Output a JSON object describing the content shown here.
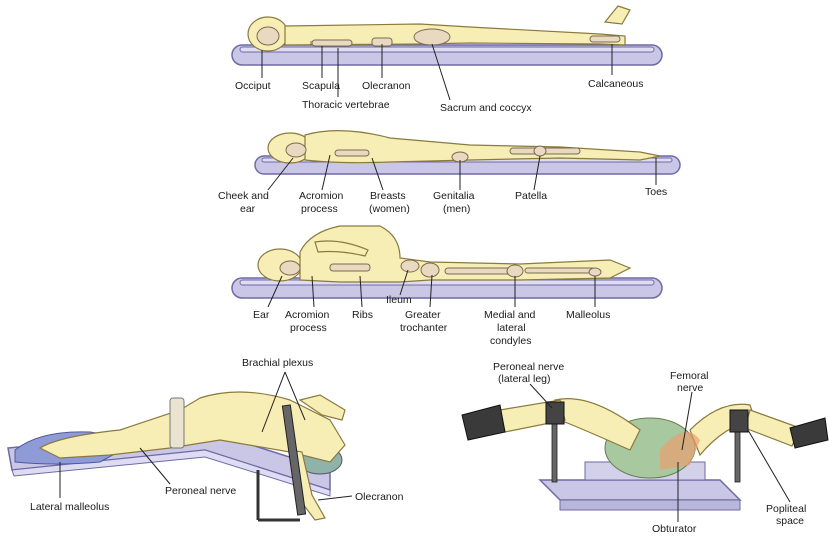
{
  "figures": {
    "supine": {
      "labels": [
        "Occiput",
        "Scapula",
        "Olecranon",
        "Thoracic vertebrae",
        "Sacrum and coccyx",
        "Calcaneous"
      ]
    },
    "prone": {
      "labels": [
        "Cheek and",
        "ear",
        "Acromion",
        "process",
        "Breasts",
        "(women)",
        "Genitalia",
        "(men)",
        "Patella",
        "Toes"
      ]
    },
    "lateral": {
      "labels": [
        "Ear",
        "Acromion",
        "process",
        "Ribs",
        "Ileum",
        "Greater",
        "trochanter",
        "Medial and",
        "lateral",
        "condyles",
        "Malleolus"
      ]
    },
    "armboard": {
      "labels": [
        "Brachial plexus",
        "Peroneal nerve",
        "Olecranon",
        "Lateral malleolus"
      ]
    },
    "lithotomy": {
      "labels": [
        "Peroneal nerve",
        "(lateral leg)",
        "Femoral",
        "nerve",
        "Popliteal",
        "space",
        "Obturator"
      ]
    }
  }
}
